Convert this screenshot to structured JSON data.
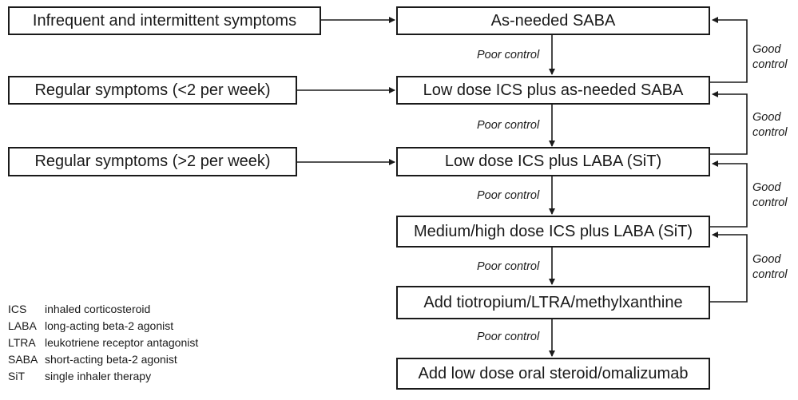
{
  "symptoms": [
    "Infrequent and intermittent symptoms",
    "Regular symptoms (<2 per week)",
    "Regular symptoms (>2 per week)"
  ],
  "steps": [
    "As-needed SABA",
    "Low dose ICS plus as-needed SABA",
    "Low dose ICS plus LABA (SiT)",
    "Medium/high dose ICS plus LABA (SiT)",
    "Add tiotropium/LTRA/methylxanthine",
    "Add low dose oral steroid/omalizumab"
  ],
  "poor_control": "Poor control",
  "good_control": {
    "line1": "Good",
    "line2": "control"
  },
  "legend": [
    {
      "abbr": "ICS",
      "text": "inhaled corticosteroid"
    },
    {
      "abbr": "LABA",
      "text": "long-acting beta-2 agonist"
    },
    {
      "abbr": "LTRA",
      "text": "leukotriene receptor antagonist"
    },
    {
      "abbr": "SABA",
      "text": "short-acting beta-2 agonist"
    },
    {
      "abbr": "SiT",
      "text": "single inhaler therapy"
    }
  ]
}
